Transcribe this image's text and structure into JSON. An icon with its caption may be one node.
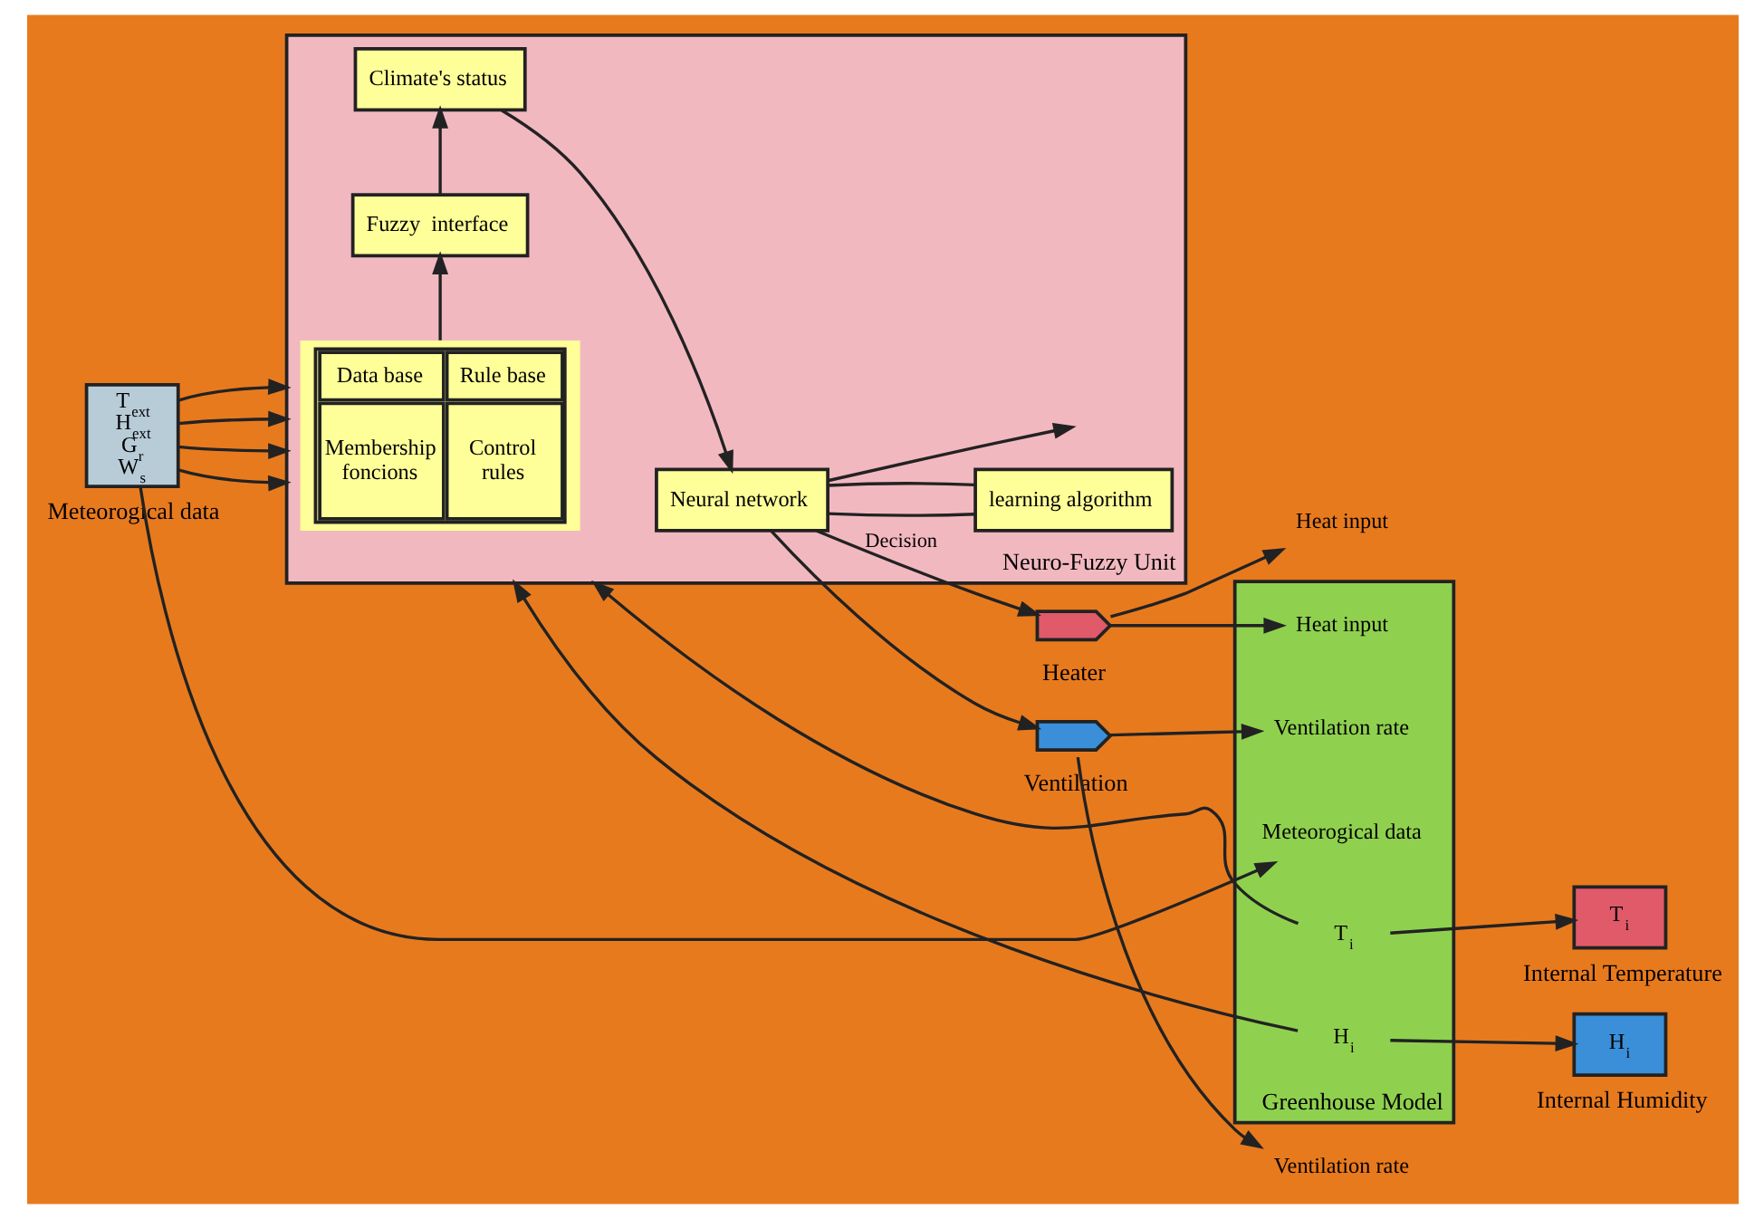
{
  "diagram": {
    "nodes": [
      {
        "text": [
          "T$_{ext}$",
          "H$_{ext}$",
          "G$_{r}$",
          "W$_{s}$"
        ],
        "beside": [
          "Meteorogical data"
        ]
      },
      {
        "text": [
          "Neuro-Fuzzy Unit"
        ]
      },
      {
        "text": [
          "Climate's status"
        ],
        "in": 1
      },
      {
        "text": [
          "Neural network"
        ],
        "in": 1
      },
      {
        "text": [
          "Fuzzy  interface"
        ],
        "in": 1
      },
      {
        "text": [
          "learning algorithm"
        ],
        "in": 1
      },
      {
        "text": [
          "Data base",
          "Rule base",
          "Membership foncions",
          "Control rules"
        ],
        "in": 1
      },
      {
        "text": [],
        "shape": "pentagon",
        "beside": [
          "Heater"
        ]
      },
      {
        "text": [],
        "shape": "pentagon",
        "beside": [
          "Ventilation"
        ]
      },
      {
        "text": [
          "Greenhouse Model"
        ]
      },
      {
        "text": [
          "Meteorogical data"
        ],
        "in": 9
      },
      {
        "text": [
          "Heat input"
        ],
        "in": 9
      },
      {
        "text": [
          "Ventilation rate"
        ],
        "in": 9
      },
      {
        "text": [
          "T$_{i}$"
        ],
        "in": 9
      },
      {
        "text": [
          "H$_{i}$"
        ],
        "in": 9
      },
      {
        "text": [
          "T$_{i}$"
        ],
        "beside": [
          "Internal Temperature"
        ]
      },
      {
        "text": [
          "H$_{i}$"
        ],
        "beside": [
          "Internal Humidity"
        ]
      },
      {
        "text": [
          "Heat input"
        ]
      },
      {
        "text": [
          "Ventilation rate"
        ]
      }
    ],
    "edges": [
      {
        "from": 0,
        "to": 10,
        "arrow": "to"
      },
      {
        "from": 0,
        "to": 1,
        "arrow": "to"
      },
      {
        "from": 0,
        "to": 1,
        "arrow": "to"
      },
      {
        "from": 0,
        "to": 1,
        "arrow": "to"
      },
      {
        "from": 0,
        "to": 1,
        "arrow": "to"
      },
      {
        "from": 6,
        "to": 4,
        "arrow": "to"
      },
      {
        "from": 4,
        "to": 2,
        "arrow": "to"
      },
      {
        "from": 2,
        "to": 3,
        "arrow": "to"
      },
      {
        "from": 3,
        "to": null,
        "arrow": "to"
      },
      {
        "from": 3,
        "to": 5,
        "arrow": "none"
      },
      {
        "from": 5,
        "to": 3,
        "arrow": "none"
      },
      {
        "from": 3,
        "to": 7,
        "arrow": "to",
        "label": "Decision"
      },
      {
        "from": 3,
        "to": 8,
        "arrow": "to"
      },
      {
        "from": 7,
        "to": 11,
        "arrow": "to"
      },
      {
        "from": 8,
        "to": 12,
        "arrow": "to"
      },
      {
        "from": 13,
        "to": 15,
        "arrow": "to"
      },
      {
        "from": 14,
        "to": 16,
        "arrow": "to"
      },
      {
        "from": 7,
        "to": 17,
        "arrow": "to"
      },
      {
        "from": 8,
        "to": 18,
        "arrow": "to"
      },
      {
        "from": 13,
        "to": 1,
        "arrow": "to"
      },
      {
        "from": 14,
        "to": 1,
        "arrow": "to"
      }
    ]
  }
}
